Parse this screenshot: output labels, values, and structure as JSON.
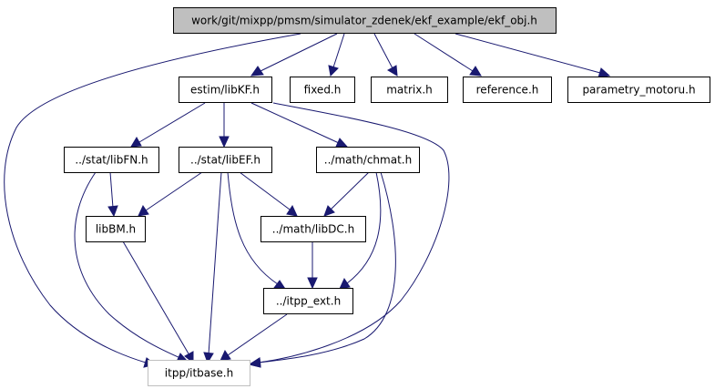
{
  "nodes": {
    "ekf_obj": {
      "label": "work/git/mixpp/pmsm/simulator_zdenek/ekf_example/ekf_obj.h"
    },
    "libKF": {
      "label": "estim/libKF.h"
    },
    "fixed": {
      "label": "fixed.h"
    },
    "matrix": {
      "label": "matrix.h"
    },
    "reference": {
      "label": "reference.h"
    },
    "motoru": {
      "label": "parametry_motoru.h"
    },
    "libFN": {
      "label": "../stat/libFN.h"
    },
    "libEF": {
      "label": "../stat/libEF.h"
    },
    "chmat": {
      "label": "../math/chmat.h"
    },
    "libBM": {
      "label": "libBM.h"
    },
    "libDC": {
      "label": "../math/libDC.h"
    },
    "itpp_ext": {
      "label": "../itpp_ext.h"
    },
    "itbase": {
      "label": "itpp/itbase.h"
    }
  },
  "colors": {
    "edge": "#191970",
    "root_fill": "#bfbfbf",
    "external_border": "#bfbfbf"
  }
}
